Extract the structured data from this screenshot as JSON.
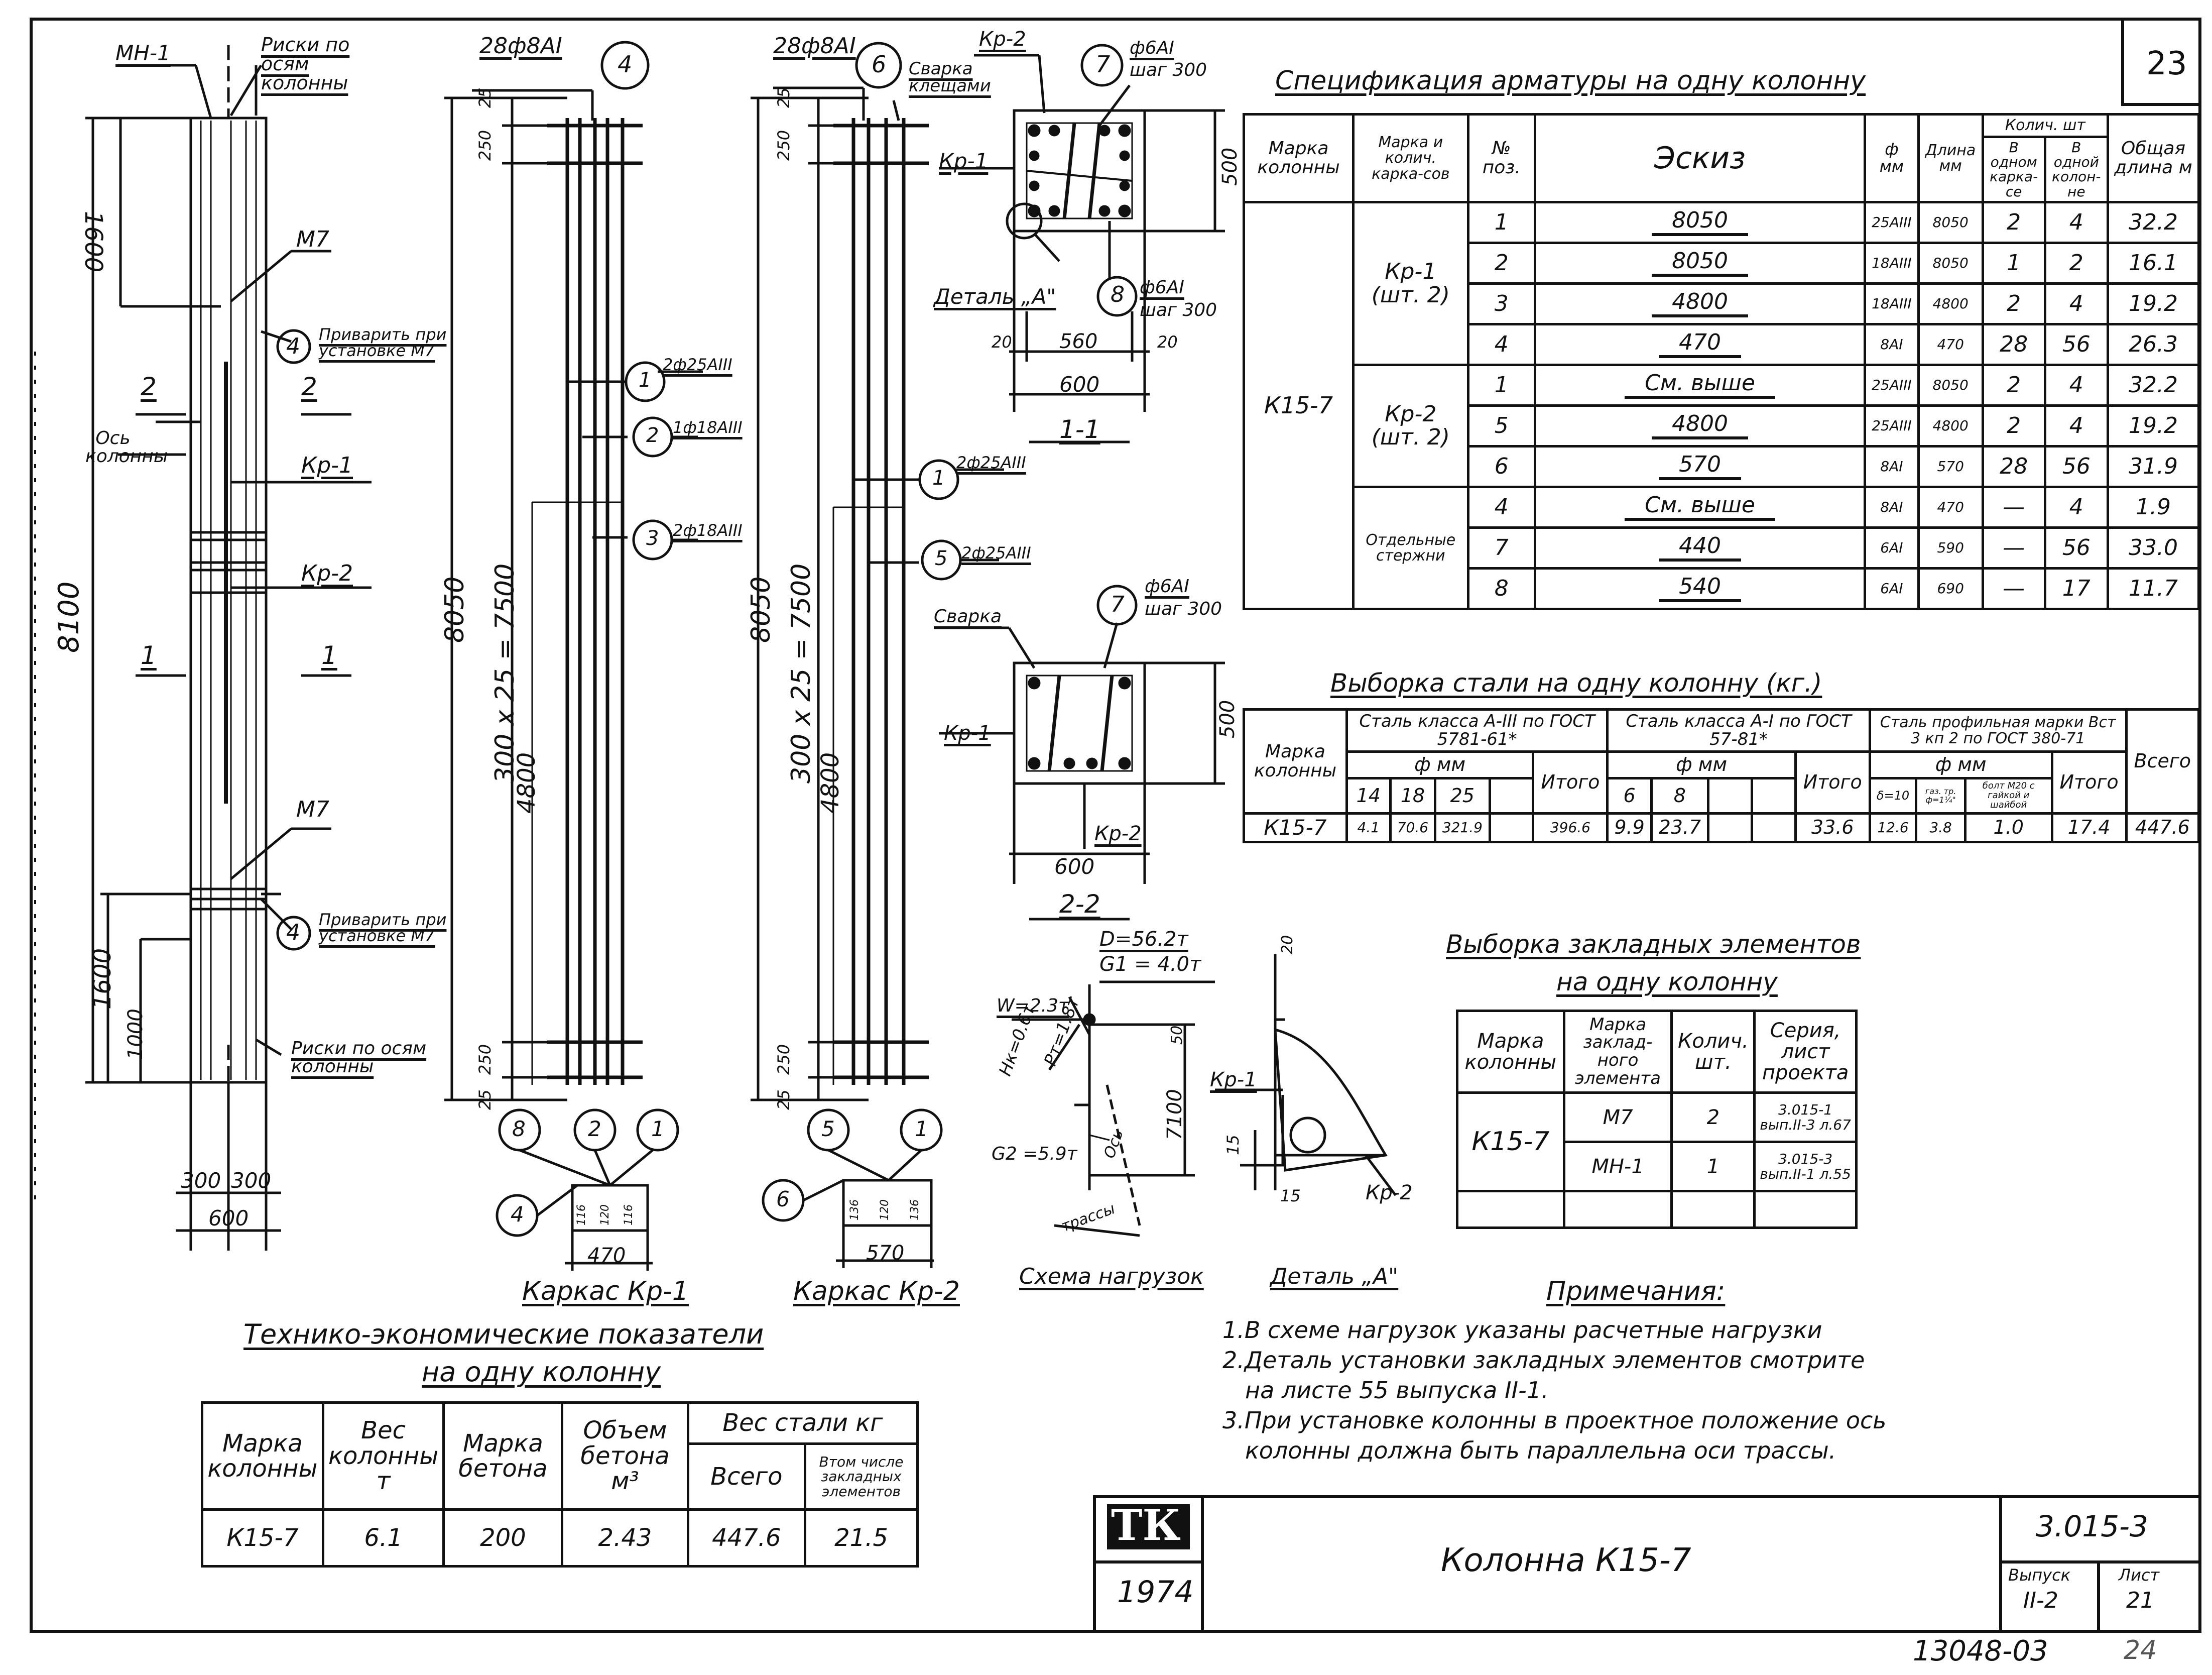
{
  "sheet_no": "23",
  "column": {
    "mn1": "МН-1",
    "marks_top": "Риски по осям колонны",
    "m7": "М7",
    "weld_note": "Приварить при установке М7",
    "axis": "Ось колонны",
    "kr1": "Кр-1",
    "kr2": "Кр-2",
    "sec2": "2",
    "sec1": "1",
    "dim_1600": "1600",
    "dim_8100": "8100",
    "dim_1000": "1000",
    "marks_bottom": "Риски по осям колонны",
    "dim_300a": "300",
    "dim_300b": "300",
    "dim_600": "600",
    "pos4": "4"
  },
  "kr1_cage": {
    "top_label": "28ф8АI",
    "pos4": "4",
    "d25a": "25",
    "d250": "250",
    "d8050": "8050",
    "d300": "300 x 25 = 7500",
    "d4800": "4800",
    "d25b": "25",
    "d250b": "250",
    "c1": "1",
    "c1t": "2ф25АIII",
    "c2": "2",
    "c2t": "1ф18АIII",
    "c3": "3",
    "c3t": "2ф18АIII",
    "b8": "8",
    "b2": "2",
    "b1": "1",
    "b4": "4",
    "s1": "116",
    "s2": "120",
    "s3": "116",
    "w470": "470",
    "title": "Каркас Кр-1"
  },
  "kr2_cage": {
    "top_label": "28ф8АI",
    "pos6": "6",
    "weld": "Сварка клещами",
    "d25a": "25",
    "d250": "250",
    "d8050": "8050",
    "d300": "300 x 25 = 7500",
    "d4800": "4800",
    "d250b": "250",
    "d25b": "25",
    "c1": "1",
    "c1t": "2ф25АIII",
    "c5": "5",
    "c5t": "2ф25АIII",
    "b5": "5",
    "b1": "1",
    "b6": "6",
    "s1": "136",
    "s2": "120",
    "s3": "136",
    "w570": "570",
    "title": "Каркас Кр-2"
  },
  "section11": {
    "kr2": "Кр-2",
    "p7": "7",
    "p7t1": "ф6АI",
    "p7t2": "шаг 300",
    "kr1": "Кр-1",
    "h500": "500",
    "detail": "Деталь „А\"",
    "p8": "8",
    "p8t1": "ф6АI",
    "p8t2": "шаг 300",
    "d20a": "20",
    "d560": "560",
    "d20b": "20",
    "w600": "600",
    "title": "1-1"
  },
  "section22": {
    "weld": "Сварка",
    "p7": "7",
    "p7t1": "ф6АI",
    "p7t2": "шаг 300",
    "kr1": "Кр-1",
    "h500": "500",
    "kr2": "Кр-2",
    "w600": "600",
    "title": "2-2"
  },
  "loads": {
    "D": "D=56.2т",
    "G1": "G1 = 4.0т",
    "W": "W=2.3т",
    "Hk": "Hк=0.6т",
    "Pt": "Рт=1.8т",
    "G2": "G2 =5.9т",
    "axis": "Ось",
    "trassa": "трассы",
    "d50": "50",
    "d7100": "7100",
    "title": "Схема нагрузок"
  },
  "detailA": {
    "d20": "20",
    "kr1": "Кр-1",
    "d15a": "15",
    "d15b": "15",
    "kr2": "Кр-2",
    "title": "Деталь „А\""
  },
  "spec": {
    "title": "Спецификация арматуры на одну колонну",
    "h_mark": "Марка колонны",
    "h_kars": "Марка и колич. карка-сов",
    "h_pos": "№ поз.",
    "h_sketch": "Эскиз",
    "h_d": "ф мм",
    "h_len": "Длина мм",
    "h_qty": "Колич. шт",
    "h_q1": "В одном карка-се",
    "h_q2": "В одной колон-не",
    "h_total": "Общая длина м",
    "col_mark": "К15-7",
    "g1": "Кр-1 (шт. 2)",
    "g2": "Кр-2 (шт. 2)",
    "g3": "Отдельные стержни",
    "rows": [
      {
        "pos": "1",
        "sk": "8050",
        "d": "25АIII",
        "len": "8050",
        "q1": "2",
        "q2": "4",
        "tot": "32.2"
      },
      {
        "pos": "2",
        "sk": "8050",
        "d": "18АIII",
        "len": "8050",
        "q1": "1",
        "q2": "2",
        "tot": "16.1"
      },
      {
        "pos": "3",
        "sk": "4800",
        "d": "18АIII",
        "len": "4800",
        "q1": "2",
        "q2": "4",
        "tot": "19.2"
      },
      {
        "pos": "4",
        "sk": "470",
        "d": "8АI",
        "len": "470",
        "q1": "28",
        "q2": "56",
        "tot": "26.3"
      },
      {
        "pos": "1",
        "sk": "См. выше",
        "d": "25АIII",
        "len": "8050",
        "q1": "2",
        "q2": "4",
        "tot": "32.2"
      },
      {
        "pos": "5",
        "sk": "4800",
        "d": "25АIII",
        "len": "4800",
        "q1": "2",
        "q2": "4",
        "tot": "19.2"
      },
      {
        "pos": "6",
        "sk": "570",
        "d": "8АI",
        "len": "570",
        "q1": "28",
        "q2": "56",
        "tot": "31.9"
      },
      {
        "pos": "4",
        "sk": "См. выше",
        "d": "8АI",
        "len": "470",
        "q1": "—",
        "q2": "4",
        "tot": "1.9"
      },
      {
        "pos": "7",
        "sk": "440",
        "d": "6АI",
        "len": "590",
        "q1": "—",
        "q2": "56",
        "tot": "33.0"
      },
      {
        "pos": "8",
        "sk": "540",
        "d": "6АI",
        "len": "690",
        "q1": "—",
        "q2": "17",
        "tot": "11.7"
      }
    ]
  },
  "vyborka": {
    "title": "Выборка стали на одну колонну (кг.)",
    "h_mark": "Марка колонны",
    "h_a3": "Сталь класса А-III по ГОСТ 5781-61*",
    "h_a1": "Сталь класса А-I по ГОСТ 57-81*",
    "h_prof": "Сталь профильная марки Вст 3 кп 2 по ГОСТ 380-71",
    "h_dmm": "ф мм",
    "h_itogo": "Итого",
    "h_vsego": "Всего",
    "d14": "14",
    "d18": "18",
    "d25": "25",
    "d6": "6",
    "d8": "8",
    "p1": "δ=10",
    "p2": "газ. тр. ф=1¼\"",
    "p3": "болт М20 с гайкой и шайбой",
    "row": {
      "mark": "К15-7",
      "v14": "4.1",
      "v18": "70.6",
      "v25": "321.9",
      "i1": "396.6",
      "v6": "9.9",
      "v8": "23.7",
      "i2": "33.6",
      "pa": "12.6",
      "pb": "3.8",
      "pc": "1.0",
      "i3": "17.4",
      "all": "447.6"
    }
  },
  "zaklad": {
    "title1": "Выборка закладных элементов",
    "title2": "на одну колонну",
    "h1": "Марка колонны",
    "h2": "Марка заклад-ного элемента",
    "h3": "Колич. шт.",
    "h4": "Серия, лист проекта",
    "mark": "К15-7",
    "r1": {
      "el": "М7",
      "q": "2",
      "s": "3.015-1 вып.II-3 л.67"
    },
    "r2": {
      "el": "МН-1",
      "q": "1",
      "s": "3.015-3 вып.II-1 л.55"
    }
  },
  "notes": {
    "title": "Примечания:",
    "l1": "1.В схеме нагрузок указаны расчетные нагрузки",
    "l2": "2.Деталь установки закладных элементов смотрите",
    "l3": "на листе 55 выпуска II-1.",
    "l4": "3.При установке колонны в проектное положение ось",
    "l5": "колонны должна быть параллельна оси трассы."
  },
  "tep": {
    "title1": "Технико-экономические показатели",
    "title2": "на одну колонну",
    "h1": "Марка колонны",
    "h2": "Вес колонны т",
    "h3": "Марка бетона",
    "h4": "Объем бетона м³",
    "h5": "Вес стали кг",
    "h6": "Всего",
    "h7": "Втом числе закладных элементов",
    "row": {
      "mark": "К15-7",
      "w": "6.1",
      "b": "200",
      "v": "2.43",
      "s": "447.6",
      "z": "21.5"
    }
  },
  "stamp": {
    "logo": "ТК",
    "year": "1974",
    "name": "Колонна К15-7",
    "series": "3.015-3",
    "vyp_label": "Выпуск",
    "vyp": "II-2",
    "list_label": "Лист",
    "list": "21",
    "bottom_code": "13048-03",
    "bottom_num": "24"
  }
}
